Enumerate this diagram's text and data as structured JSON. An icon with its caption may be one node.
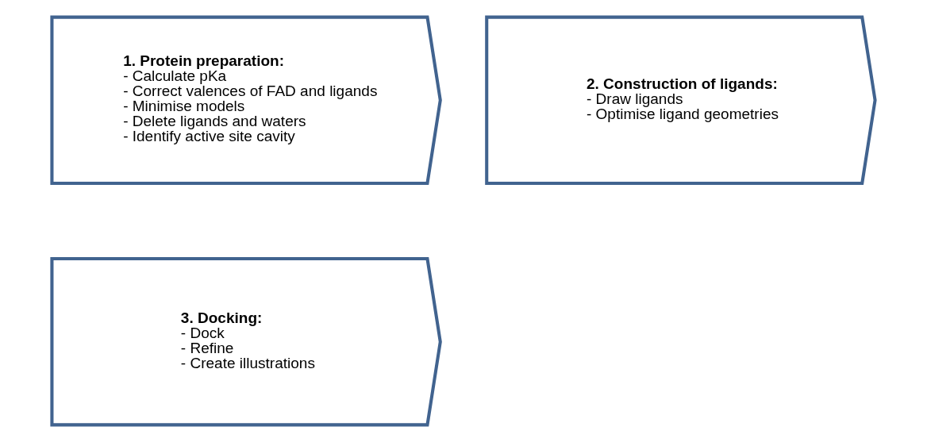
{
  "diagram": {
    "nodes": [
      {
        "text": [
          "1. Protein preparation:",
          "- Calculate pKa",
          "- Correct valences of FAD and ligands",
          "- Minimise models",
          "- Delete ligands and waters",
          "- Identify active site cavity"
        ]
      },
      {
        "text": [
          "2. Construction of ligands:",
          "- Draw ligands",
          "- Optimise ligand geometries"
        ]
      },
      {
        "text": [
          "3. Docking:",
          "- Dock",
          "- Refine",
          "- Create illustrations"
        ]
      }
    ],
    "edges": []
  }
}
